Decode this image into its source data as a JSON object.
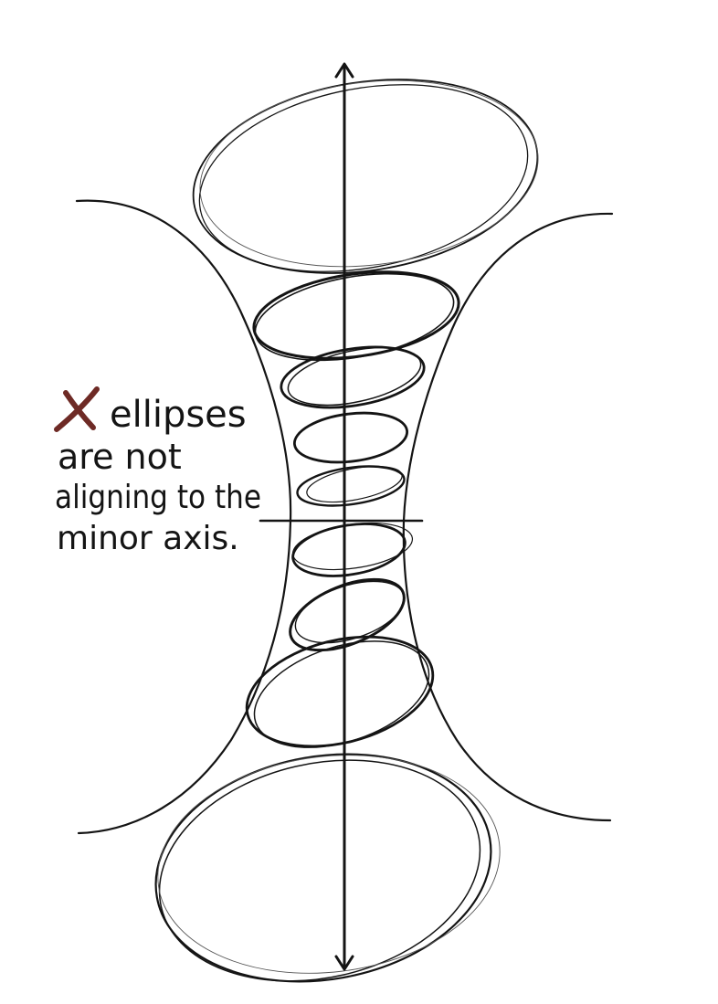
{
  "annotation": {
    "mark": "X",
    "lines": [
      "ellipses",
      "are not",
      "aligning to the",
      "minor axis."
    ]
  },
  "colors": {
    "ink": "#141414",
    "mark": "#6e2a25",
    "background": "#ffffff"
  },
  "shapes": {
    "figure": "hyperboloid-with-stacked-ellipses",
    "ellipse_count": 9,
    "axis": "vertical-double-arrow",
    "cross_line": "horizontal-tick"
  }
}
